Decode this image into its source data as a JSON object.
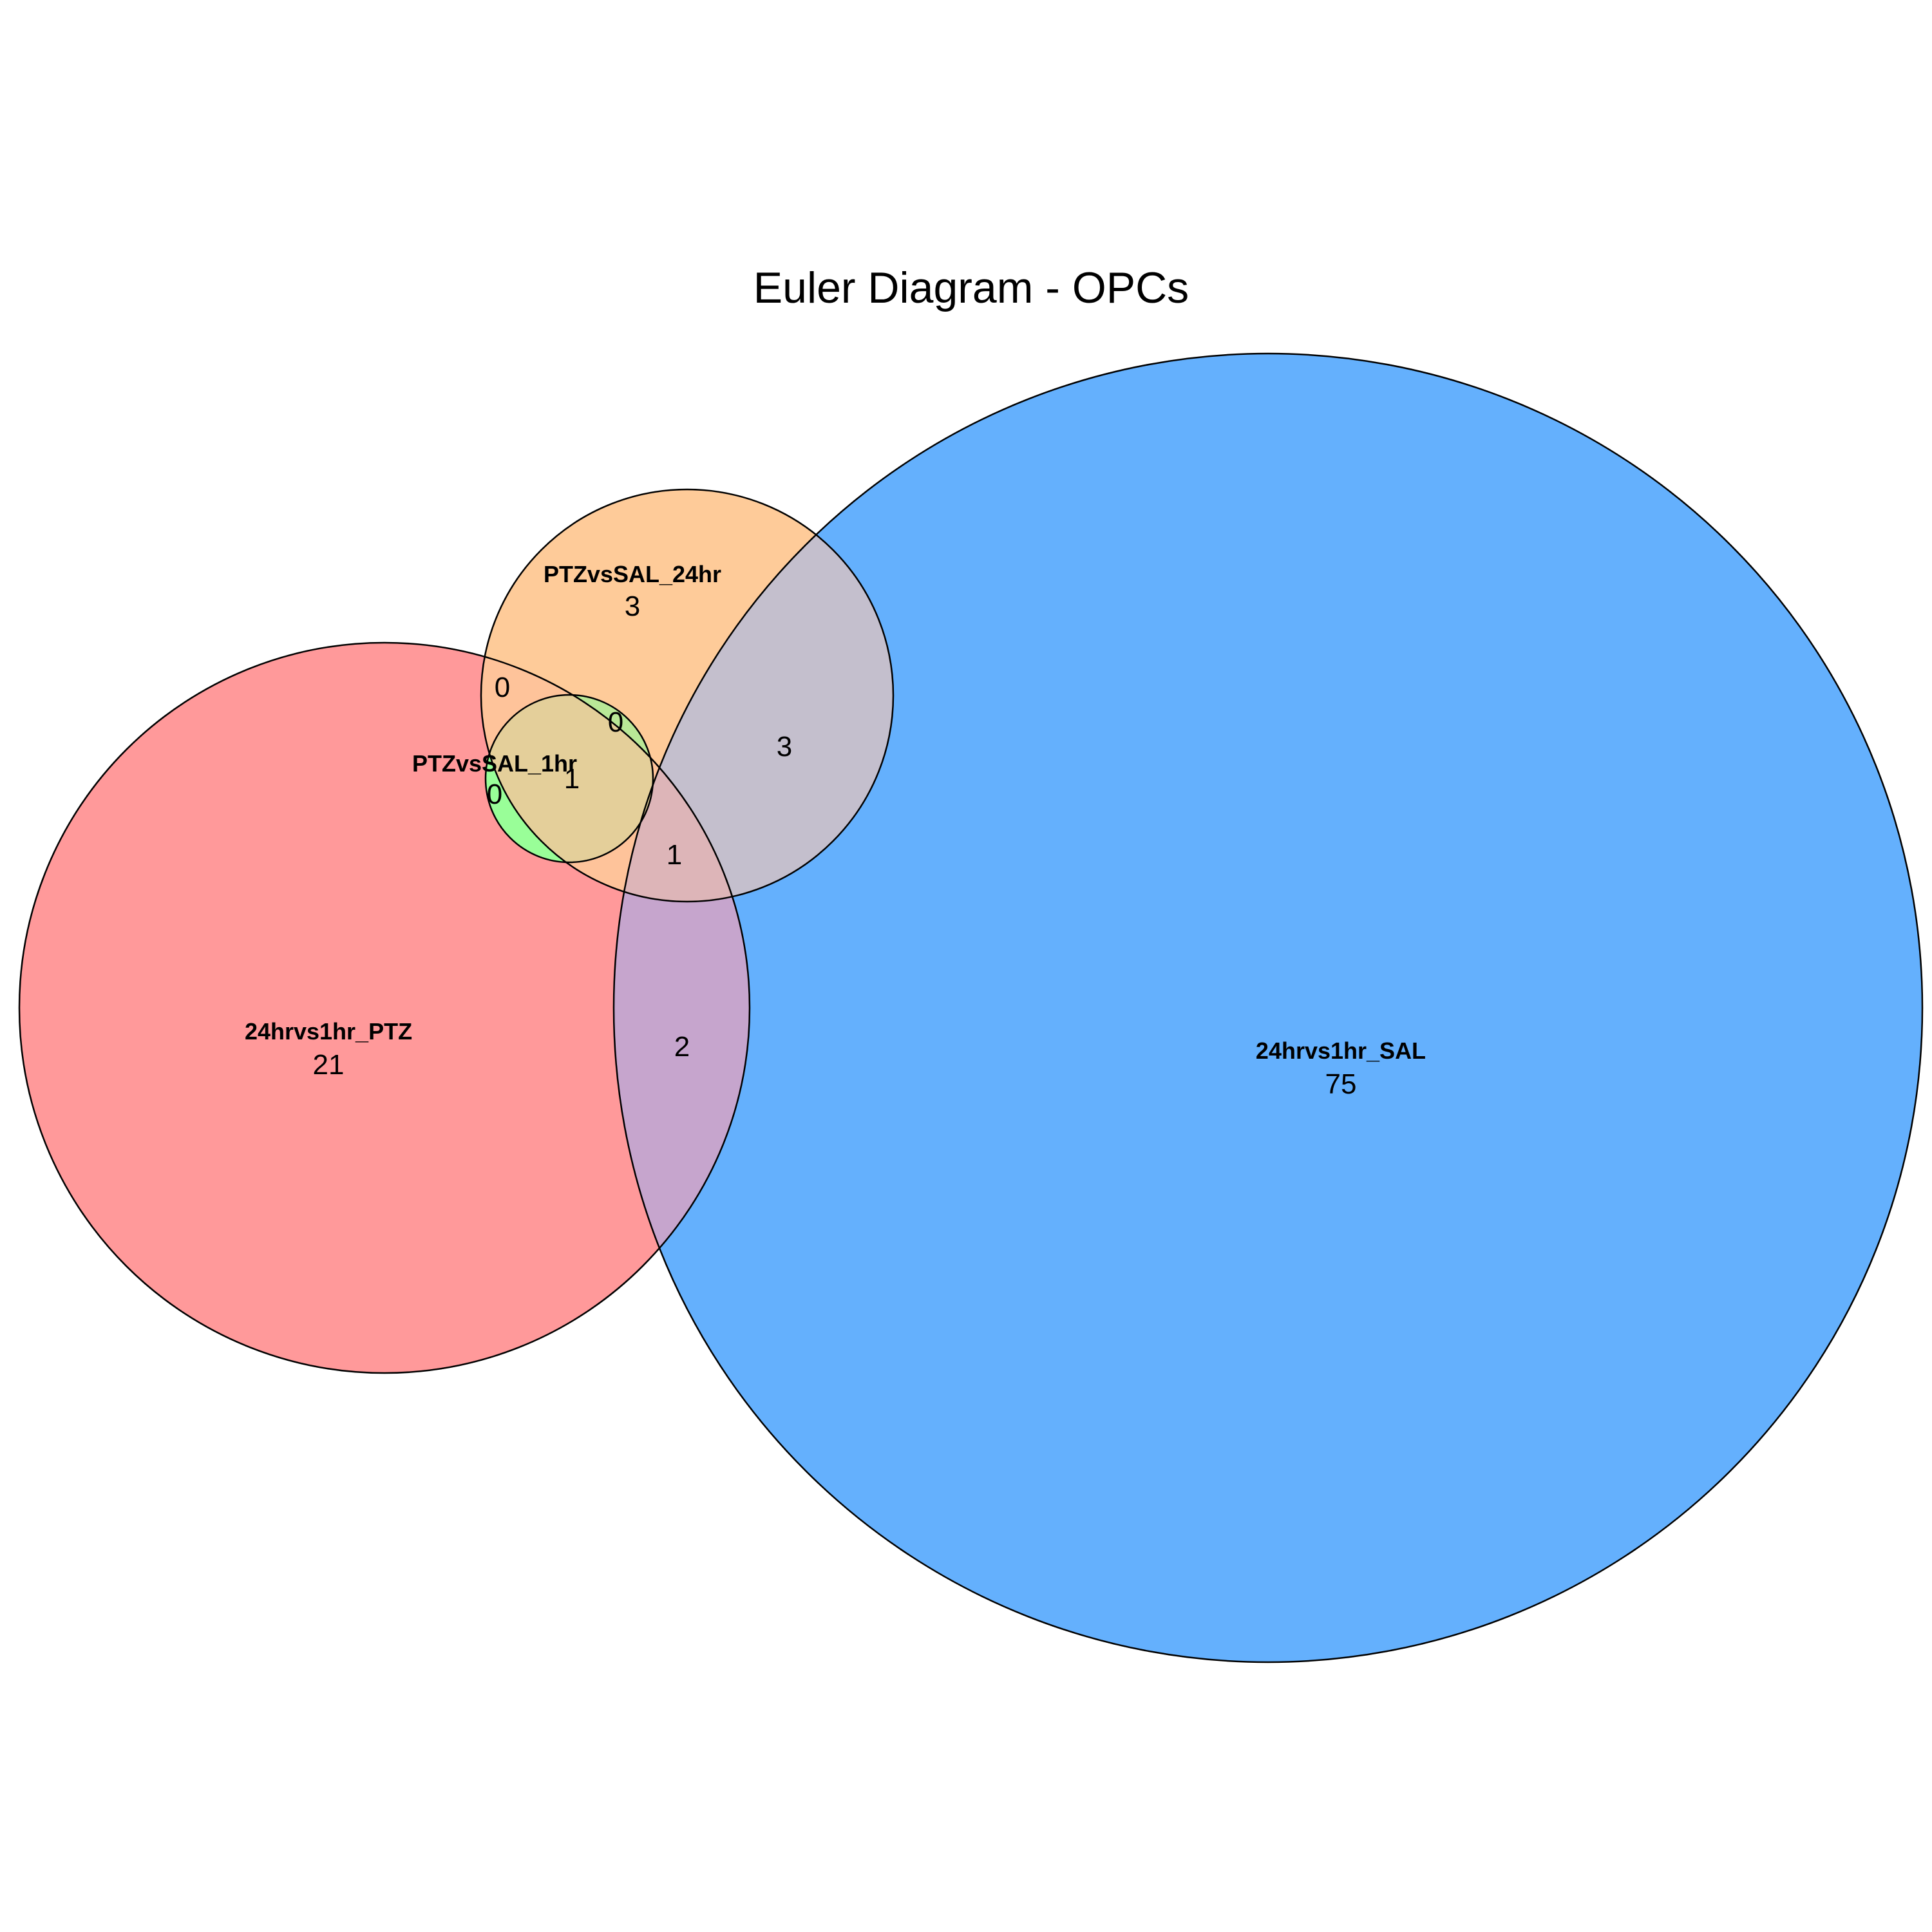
{
  "title": "Euler Diagram - OPCs",
  "sets": [
    {
      "key": "ptz",
      "name": "24hrvs1hr_PTZ",
      "color": "#ff999a"
    },
    {
      "key": "sal",
      "name": "24hrvs1hr_SAL",
      "color": "#64b0fd"
    },
    {
      "key": "p24",
      "name": "PTZvsSAL_24hr",
      "color": "#fecb99"
    },
    {
      "key": "p1",
      "name": "PTZvsSAL_1hr",
      "color": "#99fe98"
    }
  ],
  "regions": {
    "ptz_only": "21",
    "sal_only": "75",
    "p24_only": "3",
    "ptz_sal": "2",
    "p24_sal": "3",
    "ptz_p24_sal": "1",
    "ptz_p24": "0",
    "p24_p1": "0",
    "ptz_p1": "0",
    "ptz_p24_p1": "1"
  },
  "overlap_colors": {
    "ptz_p24": "#fec39a",
    "ptz_sal": "#c6a5cd",
    "p24_sal": "#c4bfcd",
    "ptz_p24_sal": "#ddb5b8",
    "p24_p1": "#b9e897",
    "ptz_p24_p1": "#e4cf9a"
  }
}
